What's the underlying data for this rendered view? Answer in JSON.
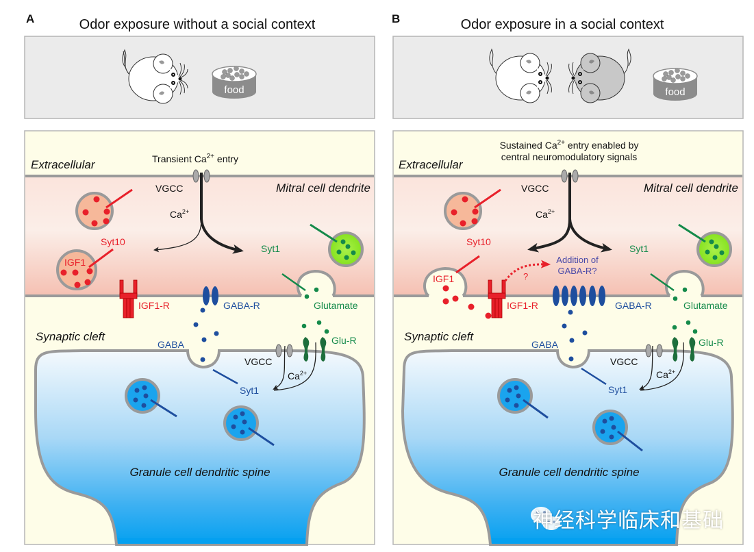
{
  "panels": [
    {
      "letter": "A",
      "title": "Odor exposure  without a social context",
      "food_label": "food",
      "extracellular": "Extracellular",
      "ca_entry": "Transient Ca",
      "ca_entry_sup": "2+",
      "ca_entry_tail": " entry",
      "vgcc_top": "VGCC",
      "mitral": "Mitral cell dendrite",
      "ca_mid": "Ca",
      "ca_mid_sup": "2+",
      "syt10": "Syt10",
      "igf1": "IGF1",
      "syt1_top": "Syt1",
      "igf1r": "IGF1-R",
      "gabar": "GABA-R",
      "glutamate": "Glutamate",
      "synaptic_cleft": "Synaptic cleft",
      "gaba": "GABA",
      "vgcc_bottom": "VGCC",
      "glur": "Glu-R",
      "ca_bottom": "Ca",
      "ca_bottom_sup": "2+",
      "syt1_bottom": "Syt1",
      "granule": "Granule cell dendritic spine"
    },
    {
      "letter": "B",
      "title": "Odor exposure in a social context",
      "food_label": "food",
      "extracellular": "Extracellular",
      "ca_entry_line1": "Sustained  Ca",
      "ca_entry_sup": "2+",
      "ca_entry_line1_tail": " entry enabled by",
      "ca_entry_line2": "central neuromodulatory signals",
      "vgcc_top": "VGCC",
      "mitral": "Mitral cell dendrite",
      "ca_mid": "Ca",
      "ca_mid_sup": "2+",
      "syt10": "Syt10",
      "igf1": "IGF1",
      "question": "?",
      "addition_line1": "Addition of",
      "addition_line2": "GABA-R?",
      "syt1_top": "Syt1",
      "igf1r": "IGF1-R",
      "gabar": "GABA-R",
      "glutamate": "Glutamate",
      "synaptic_cleft": "Synaptic cleft",
      "gaba": "GABA",
      "vgcc_bottom": "VGCC",
      "glur": "Glu-R",
      "ca_bottom": "Ca",
      "ca_bottom_sup": "2+",
      "syt1_bottom": "Syt1",
      "granule": "Granule cell dendritic spine"
    }
  ],
  "watermark": "神经科学临床和基础",
  "colors": {
    "igf1_red": "#e8202a",
    "gaba_blue": "#1e4e9e",
    "glutamate_green": "#148a4a",
    "membrane_gray": "#9a9a9a",
    "extracellular_bg": "#fdfbe6",
    "cytoplasm_pink": "#f6c6bb",
    "granule_blue": "#1aa4ee"
  }
}
